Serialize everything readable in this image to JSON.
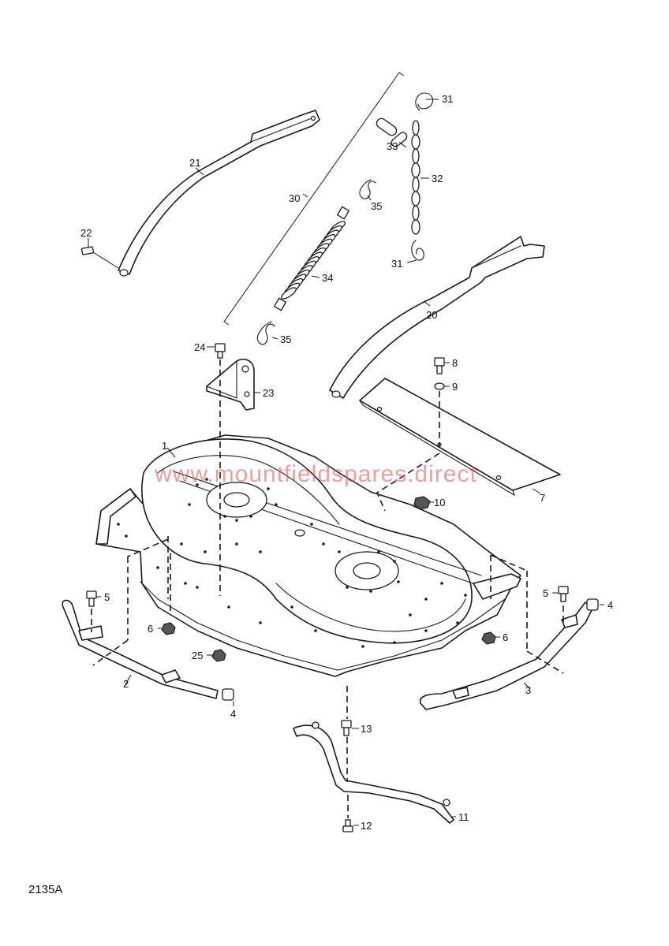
{
  "diagram": {
    "reference": "2135A",
    "watermark": "www.mountfieldspares.direct"
  },
  "callouts": [
    {
      "id": "c1",
      "label": "1"
    },
    {
      "id": "c2",
      "label": "2"
    },
    {
      "id": "c3",
      "label": "3"
    },
    {
      "id": "c4a",
      "label": "4"
    },
    {
      "id": "c4b",
      "label": "4"
    },
    {
      "id": "c5a",
      "label": "5"
    },
    {
      "id": "c5b",
      "label": "5"
    },
    {
      "id": "c6a",
      "label": "6"
    },
    {
      "id": "c6b",
      "label": "6"
    },
    {
      "id": "c7",
      "label": "7"
    },
    {
      "id": "c8",
      "label": "8"
    },
    {
      "id": "c9",
      "label": "9"
    },
    {
      "id": "c10",
      "label": "10"
    },
    {
      "id": "c11",
      "label": "11"
    },
    {
      "id": "c12",
      "label": "12"
    },
    {
      "id": "c13",
      "label": "13"
    },
    {
      "id": "c20",
      "label": "20"
    },
    {
      "id": "c21",
      "label": "21"
    },
    {
      "id": "c22",
      "label": "22"
    },
    {
      "id": "c23",
      "label": "23"
    },
    {
      "id": "c24",
      "label": "24"
    },
    {
      "id": "c25",
      "label": "25"
    },
    {
      "id": "c30",
      "label": "30"
    },
    {
      "id": "c31a",
      "label": "31"
    },
    {
      "id": "c31b",
      "label": "31"
    },
    {
      "id": "c32",
      "label": "32"
    },
    {
      "id": "c33",
      "label": "33"
    },
    {
      "id": "c34",
      "label": "34"
    },
    {
      "id": "c35a",
      "label": "35"
    },
    {
      "id": "c35b",
      "label": "35"
    }
  ]
}
